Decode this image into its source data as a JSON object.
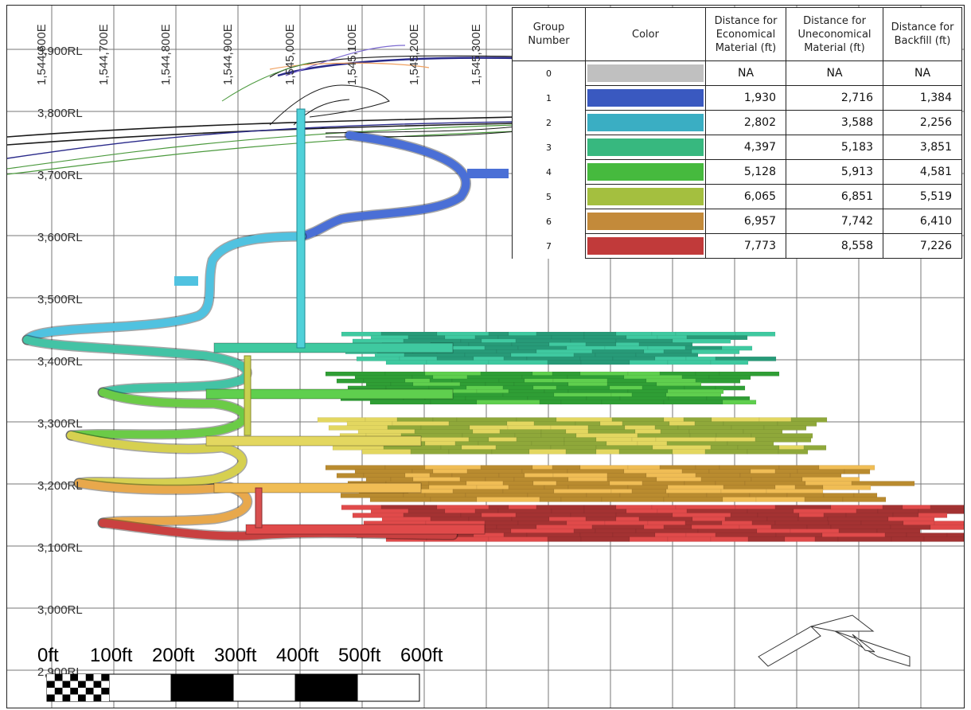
{
  "easting_labels": [
    "1,544,600E",
    "1,544,700E",
    "1,544,800E",
    "1,544,900E",
    "1,545,000E",
    "1,545,100E",
    "1,545,200E",
    "1,545,300E"
  ],
  "rl_labels": [
    "3,900RL",
    "3,800RL",
    "3,700RL",
    "3,600RL",
    "3,500RL",
    "3,400RL",
    "3,300RL",
    "3,200RL",
    "3,100RL",
    "3,000RL",
    "2,900RL"
  ],
  "scale_bar": {
    "labels": [
      "0ft",
      "100ft",
      "200ft",
      "300ft",
      "400ft",
      "500ft",
      "600ft"
    ]
  },
  "legend": {
    "headers": {
      "group": "Group Number",
      "color": "Color",
      "economical": "Distance for Economical Material (ft)",
      "uneconomical": "Distance for Uneconomical Material (ft)",
      "backfill": "Distance for Backfill (ft)"
    },
    "rows": [
      {
        "group": "0",
        "color": "#c0c0c0",
        "economical": "NA",
        "uneconomical": "NA",
        "backfill": "NA"
      },
      {
        "group": "1",
        "color": "#3a59c0",
        "economical": "1,930",
        "uneconomical": "2,716",
        "backfill": "1,384"
      },
      {
        "group": "2",
        "color": "#3aaec3",
        "economical": "2,802",
        "uneconomical": "3,588",
        "backfill": "2,256"
      },
      {
        "group": "3",
        "color": "#37b87f",
        "economical": "4,397",
        "uneconomical": "5,183",
        "backfill": "3,851"
      },
      {
        "group": "4",
        "color": "#46ba3e",
        "economical": "5,128",
        "uneconomical": "5,913",
        "backfill": "4,581"
      },
      {
        "group": "5",
        "color": "#a4bf3f",
        "economical": "6,065",
        "uneconomical": "6,851",
        "backfill": "5,519"
      },
      {
        "group": "6",
        "color": "#c38a3a",
        "economical": "6,957",
        "uneconomical": "7,742",
        "backfill": "6,410"
      },
      {
        "group": "7",
        "color": "#c13a3a",
        "economical": "7,773",
        "uneconomical": "8,558",
        "backfill": "7,226"
      }
    ]
  }
}
